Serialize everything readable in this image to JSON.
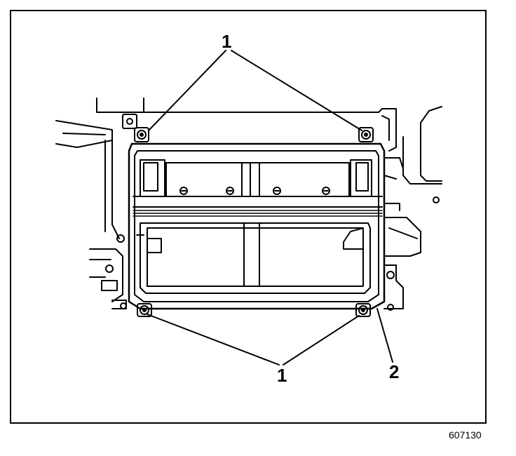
{
  "figure": {
    "id": "607130",
    "callouts": {
      "top": "1",
      "bottom": "1",
      "right": "2"
    }
  },
  "colors": {
    "ink": "#000000",
    "paper": "#ffffff"
  }
}
